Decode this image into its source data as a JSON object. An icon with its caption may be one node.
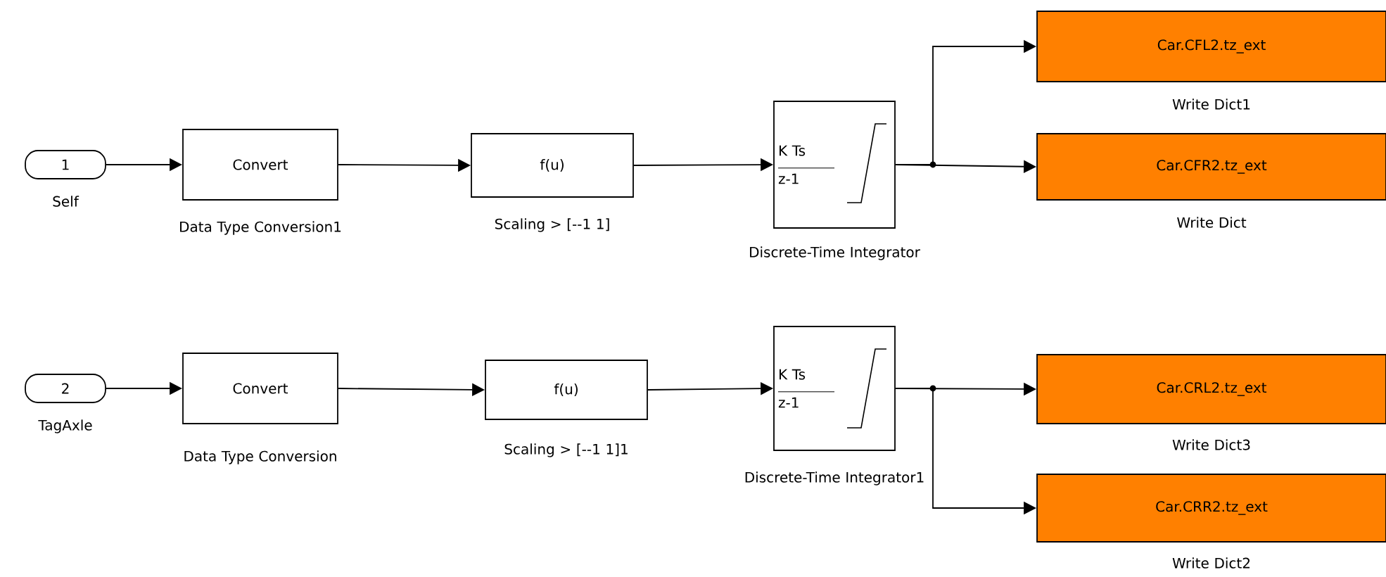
{
  "diagram": {
    "nodes": [
      {
        "text": [
          "1"
        ],
        "beside": [
          "Self"
        ]
      },
      {
        "text": [
          "Convert"
        ],
        "beside": [
          "Data Type Conversion1"
        ]
      },
      {
        "text": [
          "f(u)"
        ],
        "beside": [
          "Scaling > [--1 1]"
        ]
      },
      {
        "text": [
          "K Ts",
          "z-1"
        ],
        "beside": [
          "Discrete-Time Integrator"
        ]
      },
      {
        "text": [
          "Car.CFL2.tz_ext"
        ],
        "beside": [
          "Write Dict1"
        ]
      },
      {
        "text": [
          "Car.CFR2.tz_ext"
        ],
        "beside": [
          "Write Dict"
        ]
      },
      {
        "text": [
          "2"
        ],
        "beside": [
          "TagAxle"
        ]
      },
      {
        "text": [
          "Convert"
        ],
        "beside": [
          "Data Type Conversion"
        ]
      },
      {
        "text": [
          "f(u)"
        ],
        "beside": [
          "Scaling > [--1 1]1"
        ]
      },
      {
        "text": [
          "K Ts",
          "z-1"
        ],
        "beside": [
          "Discrete-Time Integrator1"
        ]
      },
      {
        "text": [
          "Car.CRL2.tz_ext"
        ],
        "beside": [
          "Write Dict3"
        ]
      },
      {
        "text": [
          "Car.CRR2.tz_ext"
        ],
        "beside": [
          "Write Dict2"
        ]
      }
    ],
    "edges": [
      {
        "from": 0,
        "to": 1,
        "arrow": "to"
      },
      {
        "from": 1,
        "to": 2,
        "arrow": "to"
      },
      {
        "from": 2,
        "to": 3,
        "arrow": "to"
      },
      {
        "from": 3,
        "to": 4,
        "arrow": "to"
      },
      {
        "from": 3,
        "to": 5,
        "arrow": "to"
      },
      {
        "from": 6,
        "to": 7,
        "arrow": "to"
      },
      {
        "from": 7,
        "to": 8,
        "arrow": "to"
      },
      {
        "from": 8,
        "to": 9,
        "arrow": "to"
      },
      {
        "from": 9,
        "to": 10,
        "arrow": "to"
      },
      {
        "from": 9,
        "to": 11,
        "arrow": "to"
      }
    ]
  }
}
